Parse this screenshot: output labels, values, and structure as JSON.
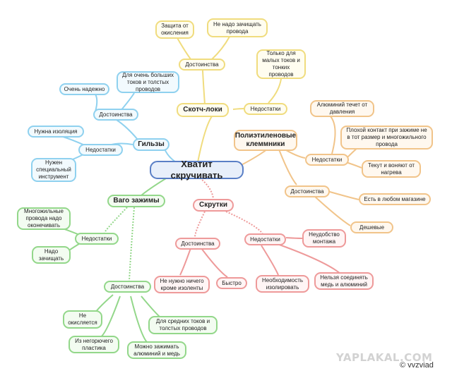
{
  "center": "Хватит скручивать",
  "scotchlok": {
    "title": "Скотч-локи",
    "pros": "Достоинства",
    "pro_1": "Защита от окисления",
    "pro_2": "Не надо зачищать провода",
    "cons": "Недостатки",
    "con_1": "Только для малых токов и тонких проводов"
  },
  "sleeves": {
    "title": "Гильзы",
    "pros": "Достоинства",
    "pro_1": "Очень надежно",
    "pro_2": "Для очень больших токов и толстых проводов",
    "cons": "Недостатки",
    "con_1": "Нужна изоляция",
    "con_2": "Нужен специальный инструмент"
  },
  "pe_terminals": {
    "title": "Полиэтиленовые клеммники",
    "cons": "Недостатки",
    "con_1": "Алюминий течет от давления",
    "con_2": "Плохой контакт при зажиме не в тот размер и многожильного провода",
    "con_3": "Текут и воняют от нагрева",
    "pros": "Достоинства",
    "pro_1": "Есть в любом магазине",
    "pro_2": "Дешевые"
  },
  "wago": {
    "title": "Ваго зажимы",
    "cons": "Недостатки",
    "con_1": "Многожильные провода надо оконечивать",
    "con_2": "Надо зачищать",
    "pros": "Достоинства",
    "pro_1": "Не окисляется",
    "pro_2": "Из негорючего пластика",
    "pro_3": "Можно зажимать алюминий и медь",
    "pro_4": "Для средних токов и толстых проводов"
  },
  "twists": {
    "title": "Скрутки",
    "pros": "Достоинства",
    "pro_1": "Не нужно ничего кроме изоленты",
    "pro_2": "Быстро",
    "cons": "Недостатки",
    "con_1": "Неудобство монтажа",
    "con_2": "Необходимость изолировать",
    "con_3": "Нельзя соединять медь и алюминий"
  },
  "watermark": "YAPLAKAL.COM",
  "copyright": "© vvzviad",
  "colors": {
    "blue": "#8fd1ef",
    "yellow": "#f0dc7e",
    "orange": "#f1c48a",
    "green": "#93d78a",
    "red": "#ee9a9a",
    "root": "#5a7fc6"
  }
}
